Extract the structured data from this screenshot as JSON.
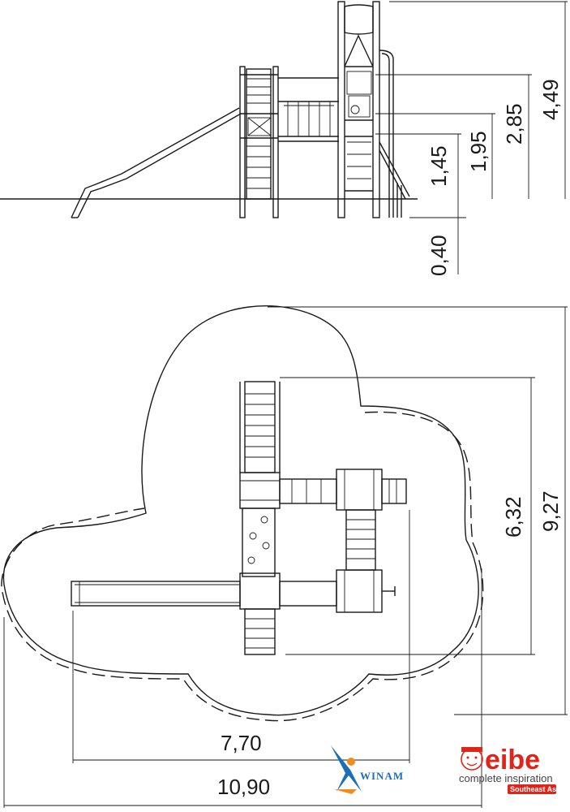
{
  "elevation_dimensions": {
    "total_height": "4,49",
    "platform_high": "2,85",
    "platform_mid": "1,95",
    "platform_low": "1,45",
    "foundation_depth": "0,40"
  },
  "plan_dimensions": {
    "equipment_depth": "6,32",
    "area_depth": "9,27",
    "equipment_width": "7,70",
    "area_width": "10,90"
  },
  "logos": {
    "winam": {
      "text": "WINAM",
      "color": "#1b6fb8",
      "accent": "#f28c1f"
    },
    "eibe": {
      "brand": "eibe",
      "tagline": "complete inspiration",
      "region": "Southeast Asia",
      "color": "#e2231a"
    }
  }
}
